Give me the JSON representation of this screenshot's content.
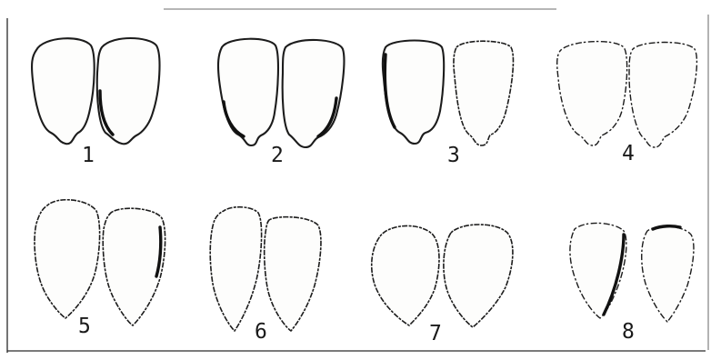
{
  "figure": {
    "groups": [
      {
        "number": "1"
      },
      {
        "number": "2"
      },
      {
        "number": "3"
      },
      {
        "number": "4"
      },
      {
        "number": "5"
      },
      {
        "number": "6"
      },
      {
        "number": "7"
      },
      {
        "number": "8"
      }
    ]
  }
}
